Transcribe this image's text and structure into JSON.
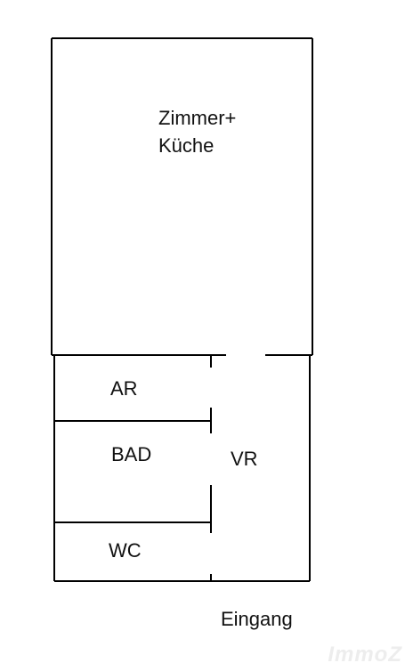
{
  "rooms": {
    "zimmer_kueche_line1": "Zimmer+",
    "zimmer_kueche_line2": "Küche",
    "ar": "AR",
    "bad": "BAD",
    "vr": "VR",
    "wc": "WC"
  },
  "entrance_label": "Eingang",
  "watermark_text": "ImmoZ",
  "colors": {
    "wall": "#000000",
    "background": "#ffffff",
    "label": "#111111",
    "watermark": "#ededed"
  }
}
